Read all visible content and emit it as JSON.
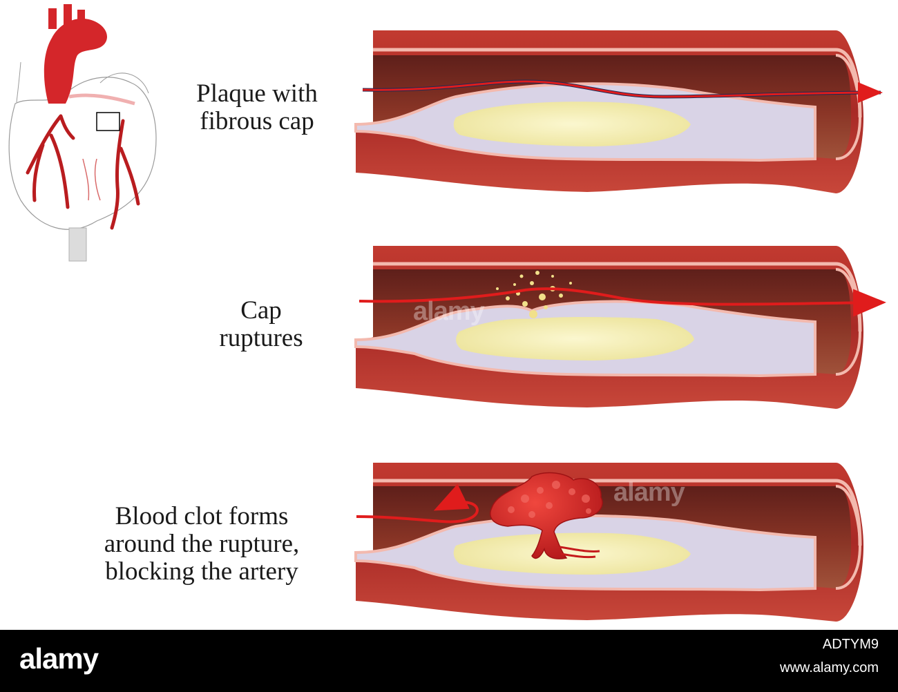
{
  "labels": {
    "panel1": [
      "Plaque with",
      "fibrous cap"
    ],
    "panel2": [
      "Cap",
      "ruptures"
    ],
    "panel3": [
      "Blood clot forms",
      "around the rupture,",
      "blocking the artery"
    ]
  },
  "watermark": "alamy",
  "footer": {
    "logo": "alamy",
    "image_id": "ADTYM9",
    "url": "www.alamy.com"
  },
  "colors": {
    "artery_wall": "#b8302e",
    "artery_inner": "#7a2a22",
    "intima": "#f3b9ae",
    "fibrous_cap": "#d9d3e6",
    "plaque_core": "#f4efb0",
    "blood_flow": "#e01c1c",
    "clot": "#d81f1f",
    "footer_bg": "#000000"
  }
}
